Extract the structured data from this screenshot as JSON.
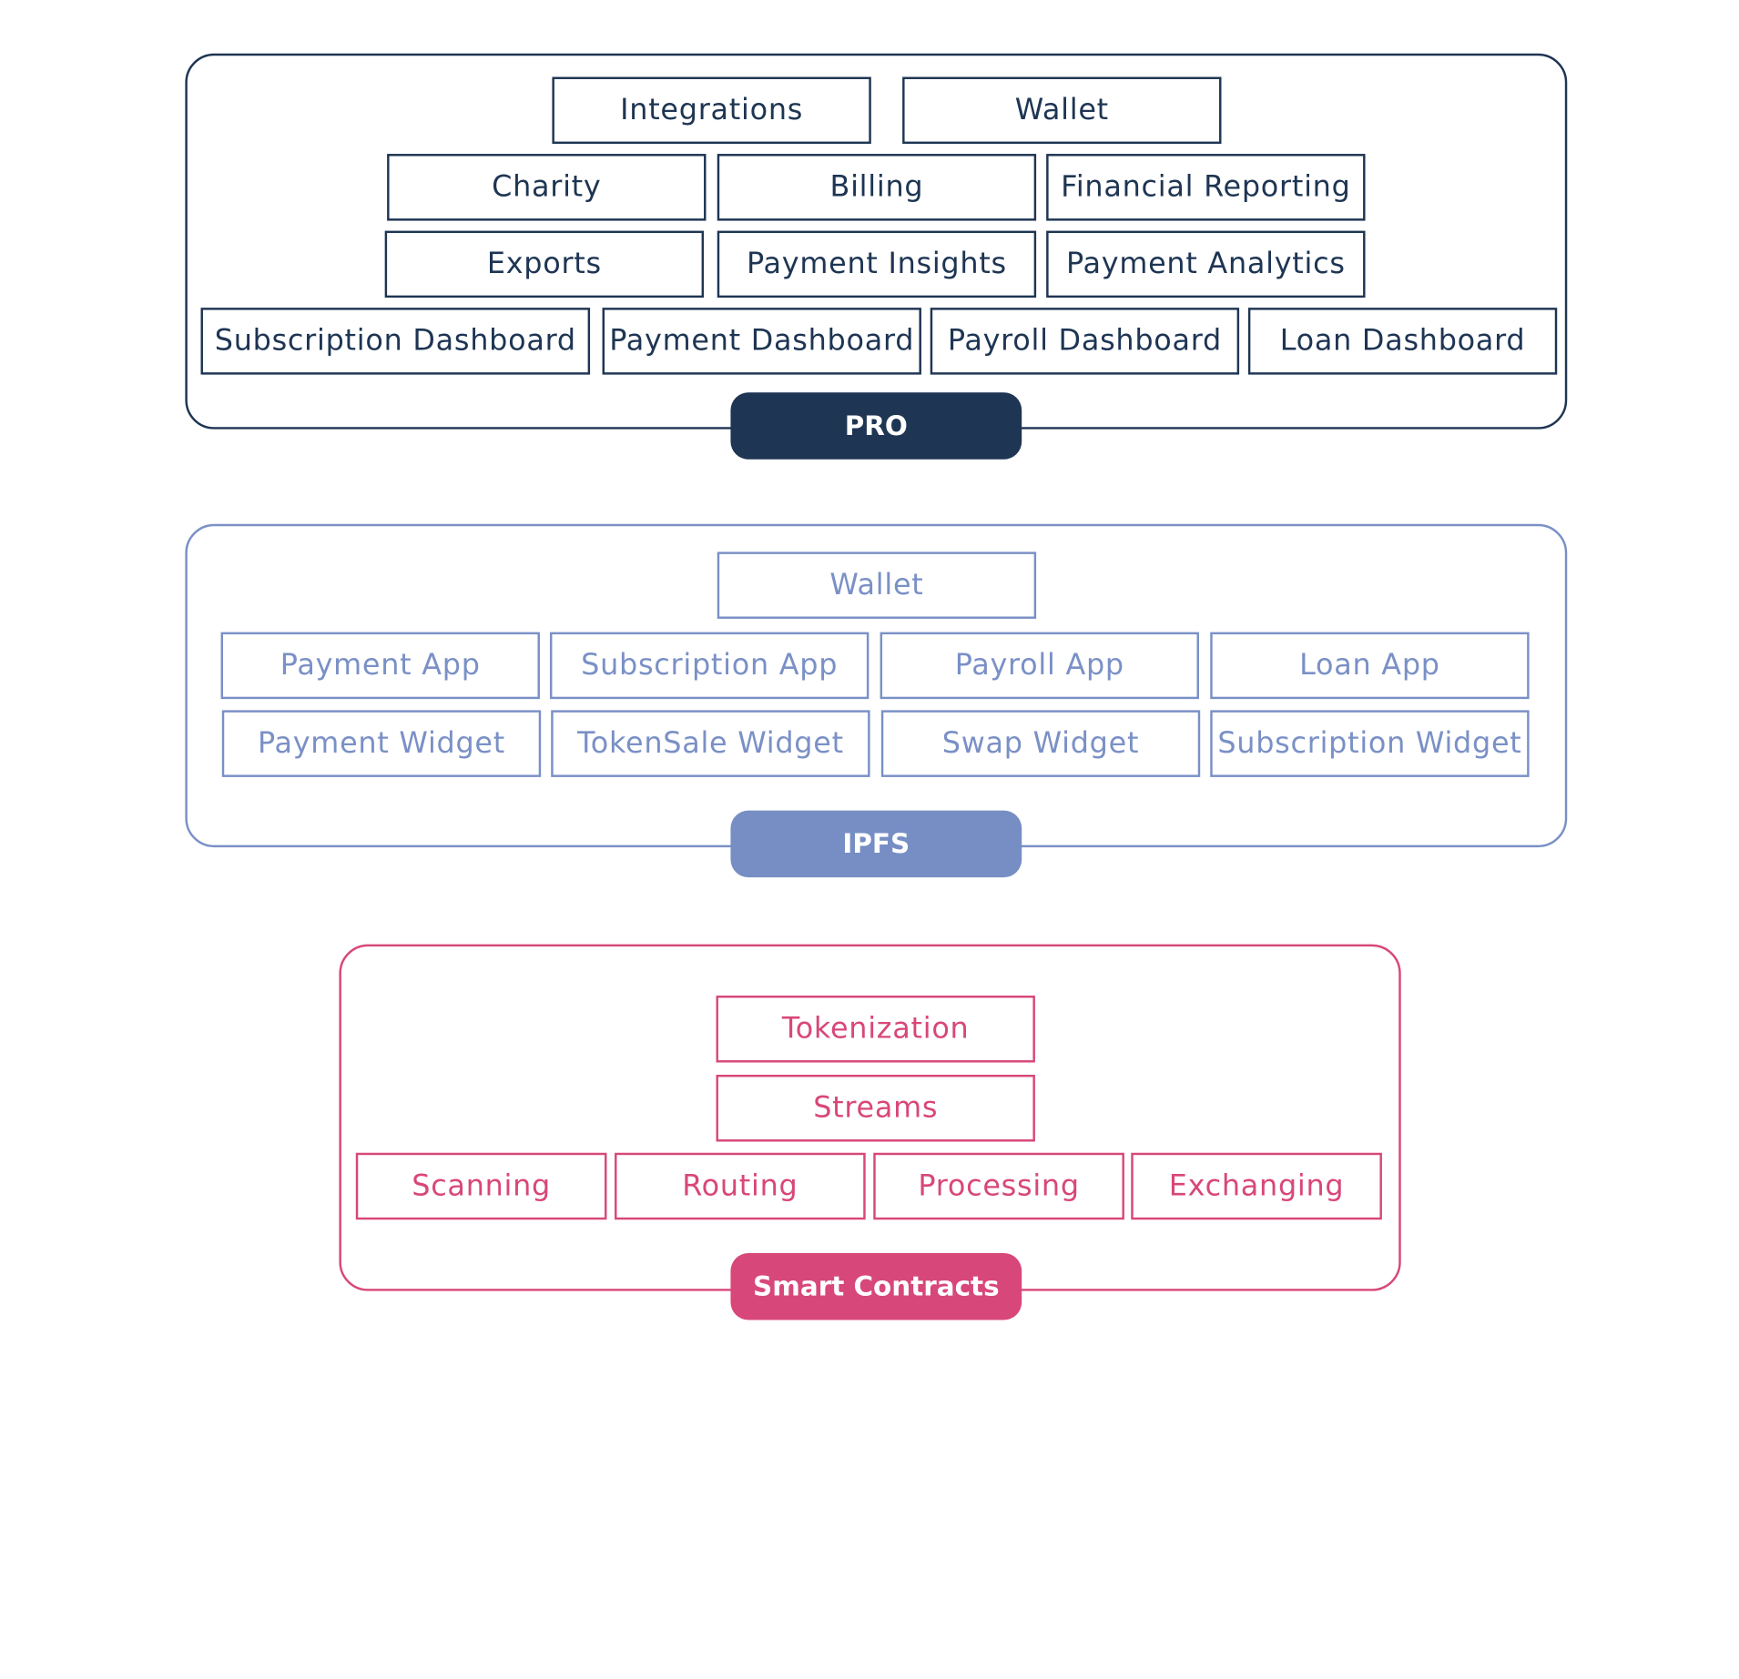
{
  "layers": {
    "pro": {
      "label": "PRO",
      "color": "#1e3553",
      "rows": [
        [
          "Integrations",
          "Wallet"
        ],
        [
          "Charity",
          "Billing",
          "Financial Reporting"
        ],
        [
          "Exports",
          "Payment Insights",
          "Payment Analytics"
        ],
        [
          "Subscription Dashboard",
          "Payment Dashboard",
          "Payroll Dashboard",
          "Loan Dashboard"
        ]
      ]
    },
    "ipfs": {
      "label": "IPFS",
      "color": "#768ec4",
      "rows": [
        [
          "Wallet"
        ],
        [
          "Payment App",
          "Subscription App",
          "Payroll App",
          "Loan App"
        ],
        [
          "Payment Widget",
          "TokenSale Widget",
          "Swap Widget",
          "Subscription Widget"
        ]
      ]
    },
    "smart_contracts": {
      "label": "Smart Contracts",
      "color": "#d8477a",
      "rows": [
        [
          "Tokenization"
        ],
        [
          "Streams"
        ],
        [
          "Scanning",
          "Routing",
          "Processing",
          "Exchanging"
        ]
      ]
    }
  }
}
